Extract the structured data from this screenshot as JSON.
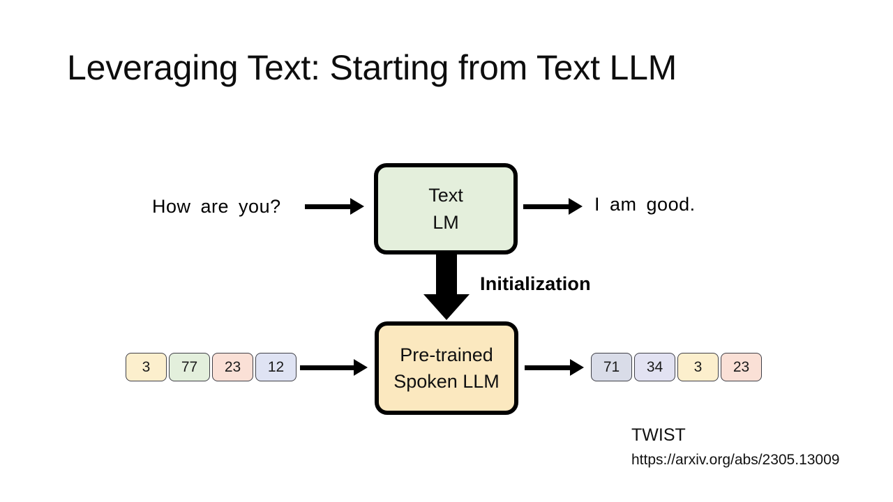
{
  "slide": {
    "title": "Leveraging Text: Starting from Text LLM",
    "background": "#ffffff"
  },
  "diagram": {
    "text_row": {
      "input_words": [
        "How",
        "are",
        "you?"
      ],
      "output_words": [
        "I",
        "am",
        "good."
      ],
      "model": {
        "line1": "Text",
        "line2": "LM",
        "fill": "#e4efdc",
        "border": "#000000"
      },
      "input_arrow": "arrow-right",
      "output_arrow": "arrow-right"
    },
    "initialization": {
      "label": "Initialization",
      "arrow": "block-arrow-down",
      "color": "#000000"
    },
    "token_row": {
      "input_tokens": [
        {
          "value": "3",
          "fill": "#fcefcd"
        },
        {
          "value": "77",
          "fill": "#e3efdc"
        },
        {
          "value": "23",
          "fill": "#fae0d6"
        },
        {
          "value": "12",
          "fill": "#dfe3f3"
        }
      ],
      "output_tokens": [
        {
          "value": "71",
          "fill": "#d9dce8"
        },
        {
          "value": "34",
          "fill": "#e2e2f2"
        },
        {
          "value": "3",
          "fill": "#fcefcd"
        },
        {
          "value": "23",
          "fill": "#fae0d6"
        }
      ],
      "model": {
        "line1": "Pre-trained",
        "line2": "Spoken LLM",
        "fill": "#fbe8bf",
        "border": "#000000"
      },
      "input_arrow": "arrow-right",
      "output_arrow": "arrow-right"
    }
  },
  "citation": {
    "name": "TWIST",
    "url": "https://arxiv.org/abs/2305.13009"
  }
}
